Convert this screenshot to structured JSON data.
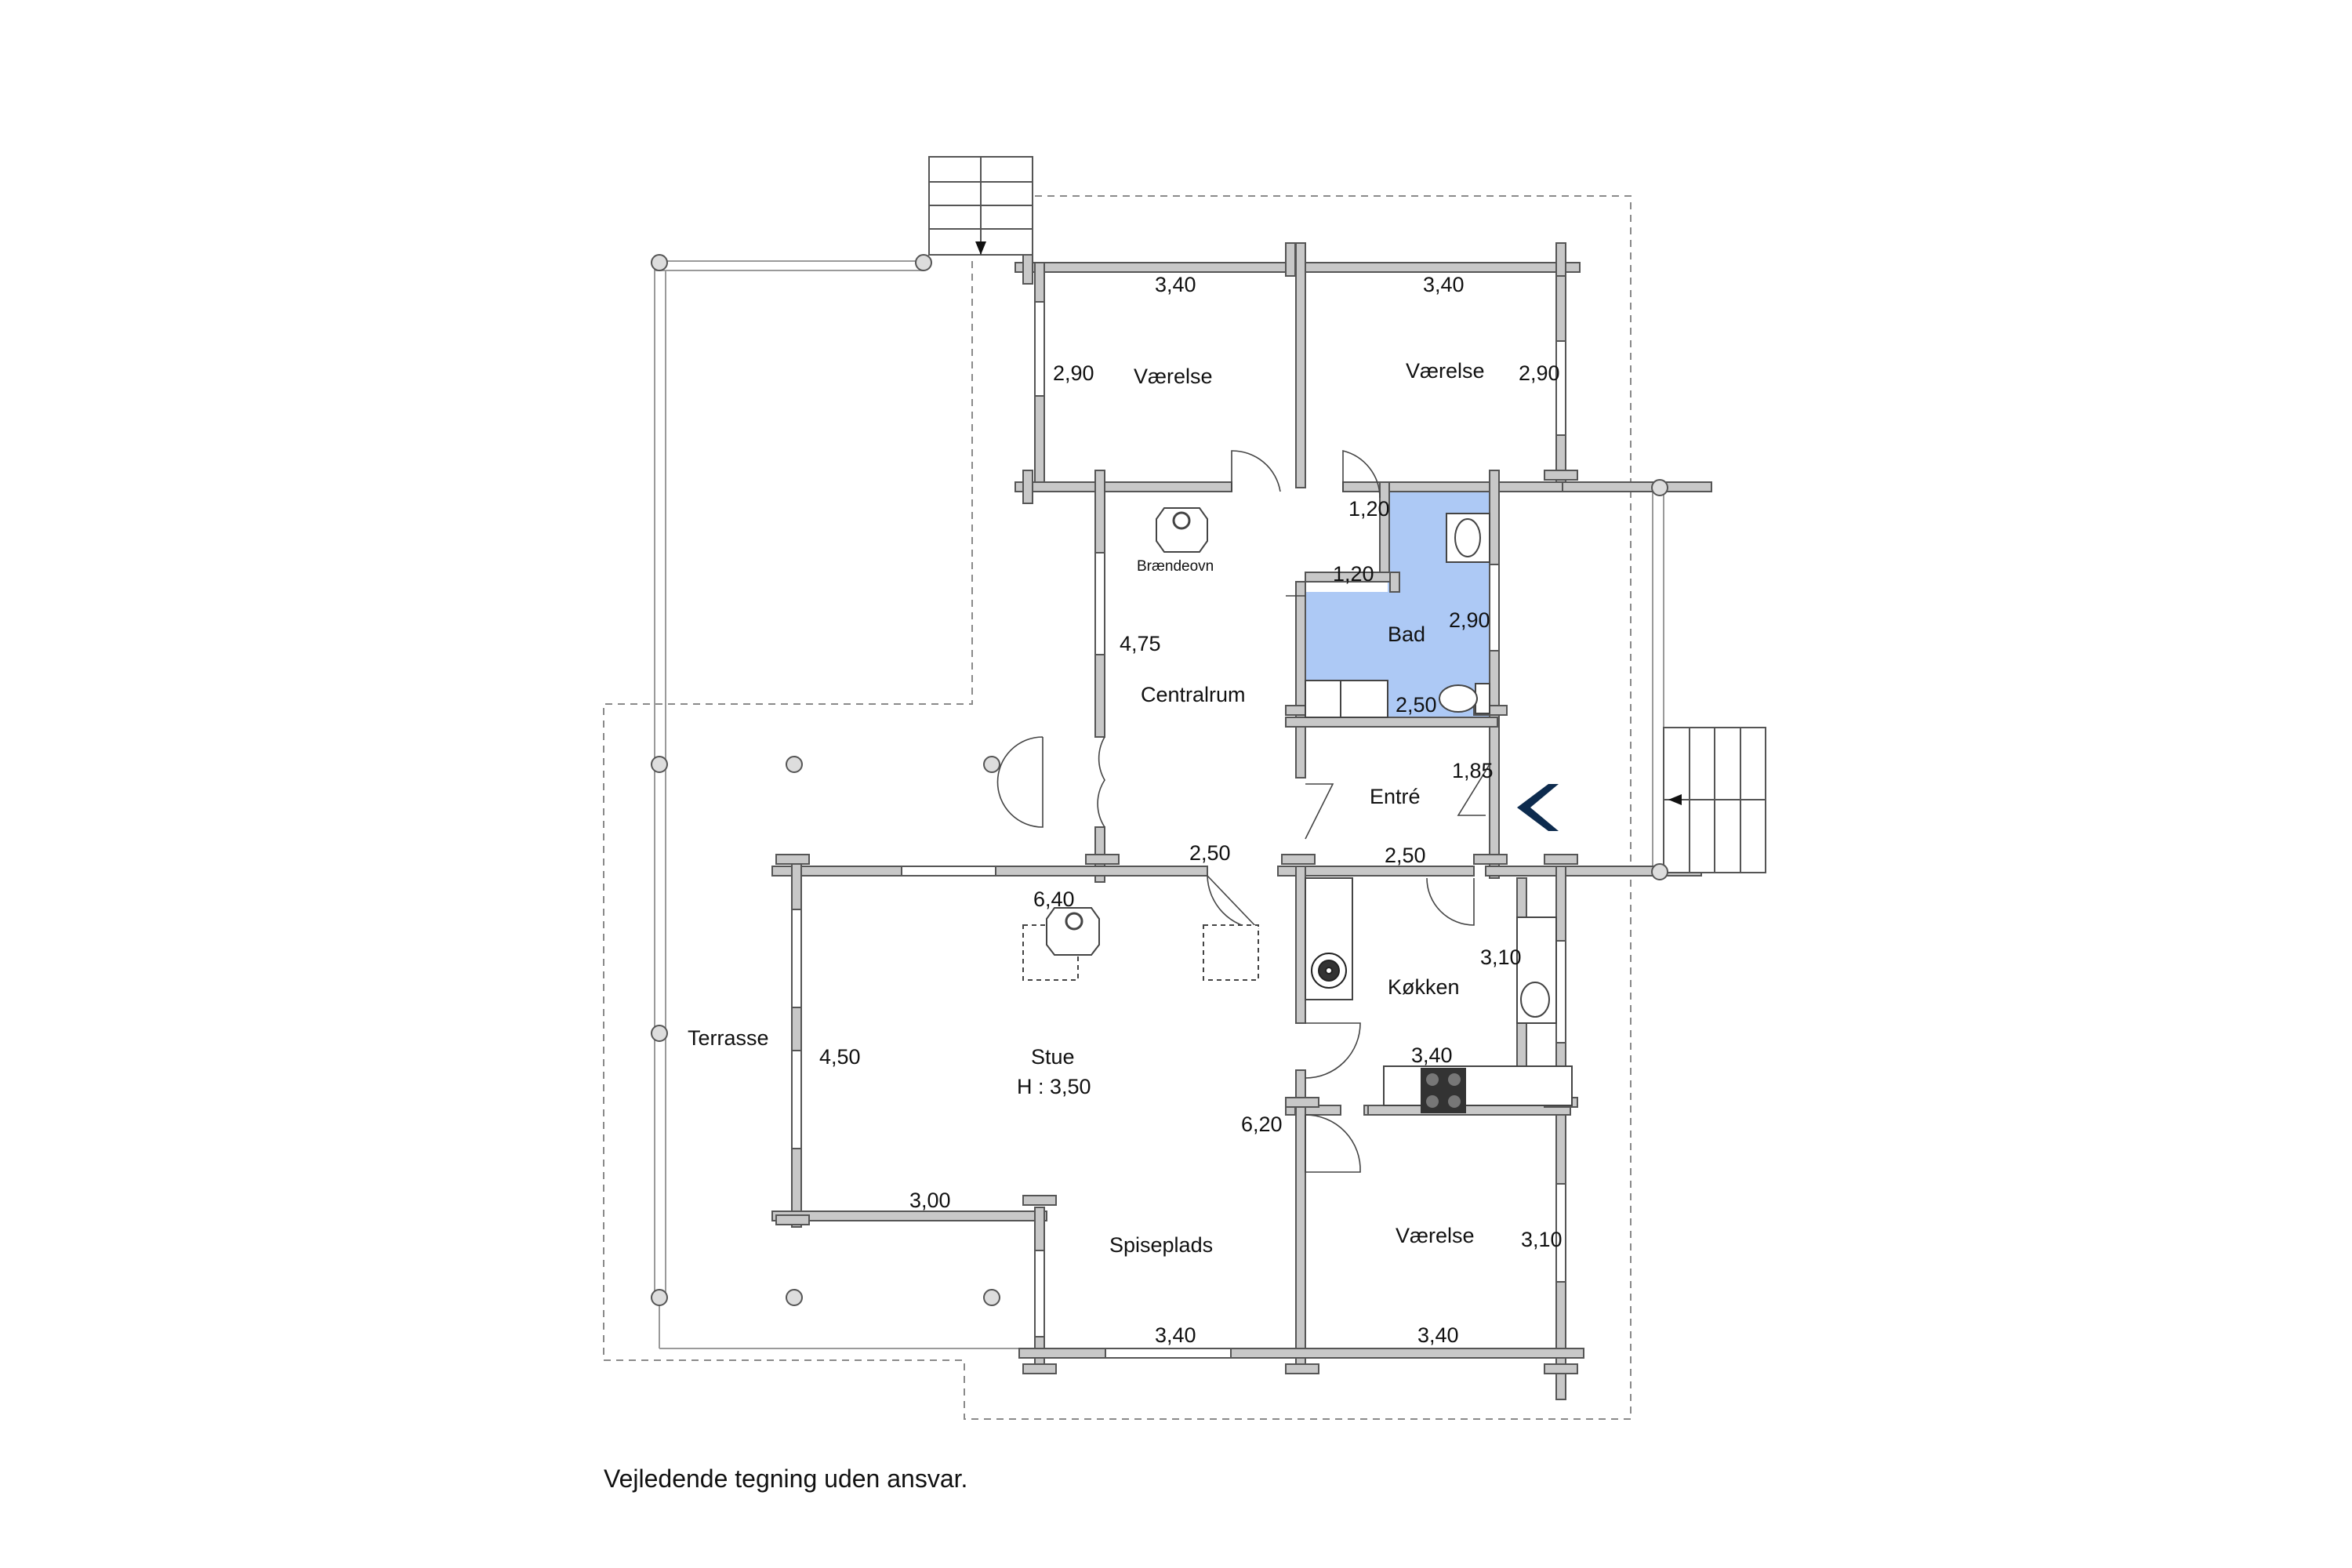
{
  "rooms": {
    "vaerelse_nw": "Værelse",
    "vaerelse_ne": "Værelse",
    "braendeovn": "Brændeovn",
    "centralrum": "Centralrum",
    "bad": "Bad",
    "entre": "Entré",
    "koekken": "Køkken",
    "terrasse": "Terrasse",
    "stue": "Stue",
    "stue_height": "H : 3,50",
    "spiseplads": "Spiseplads",
    "vaerelse_se": "Værelse"
  },
  "dims": {
    "nw_width": "3,40",
    "nw_depth": "2,90",
    "ne_width": "3,40",
    "ne_depth": "2,90",
    "hall_top": "1,20",
    "hall_mid": "1,20",
    "bad_depth": "2,90",
    "bad_width": "2,50",
    "central_depth": "4,75",
    "central_width": "2,50",
    "entre_depth": "1,85",
    "entre_width": "2,50",
    "stue_width": "6,40",
    "stue_depth": "4,50",
    "stue_inner": "3,00",
    "kitchen_depth": "3,10",
    "kitchen_width": "3,40",
    "living_depth": "6,20",
    "spise_width": "3,40",
    "se_width": "3,40",
    "se_depth": "3,10"
  },
  "colors": {
    "wall": "#c8c8c8",
    "bath": "#adc9f5",
    "entrance_marker": "#0d2b4e"
  },
  "footer": {
    "disclaimer": "Vejledende tegning uden ansvar."
  }
}
